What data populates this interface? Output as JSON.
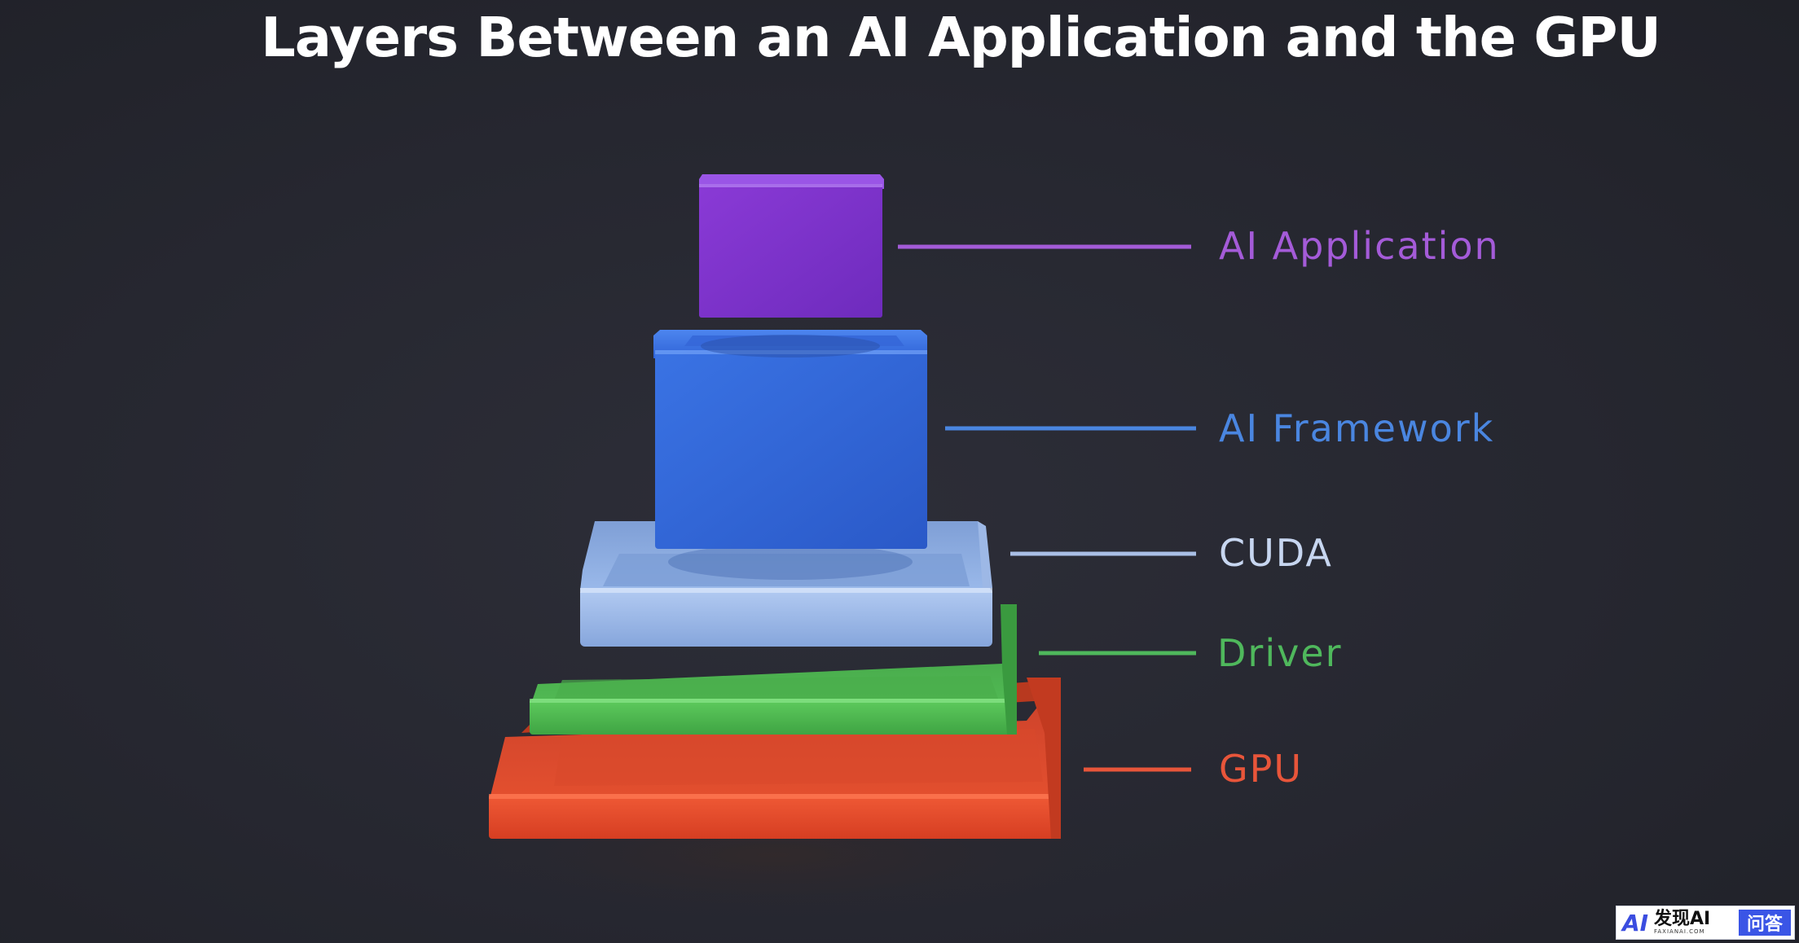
{
  "title": "Layers Between an AI Application and the GPU",
  "layers": [
    {
      "label": "AI Application",
      "color": "#a45bd8",
      "block_color": "#7a33c9"
    },
    {
      "label": "AI Framework",
      "color": "#4a86e0",
      "block_color": "#2f63d6"
    },
    {
      "label": "CUDA",
      "color": "#c7d6f0",
      "block_color": "#8fb1e6"
    },
    {
      "label": "Driver",
      "color": "#4fb85c",
      "block_color": "#4bb84e"
    },
    {
      "label": "GPU",
      "color": "#e8553a",
      "block_color": "#e4472a"
    }
  ],
  "watermark": {
    "logo": "AI",
    "name": "发现AI",
    "subtext": "FAXIANAI.COM",
    "badge": "问答"
  }
}
